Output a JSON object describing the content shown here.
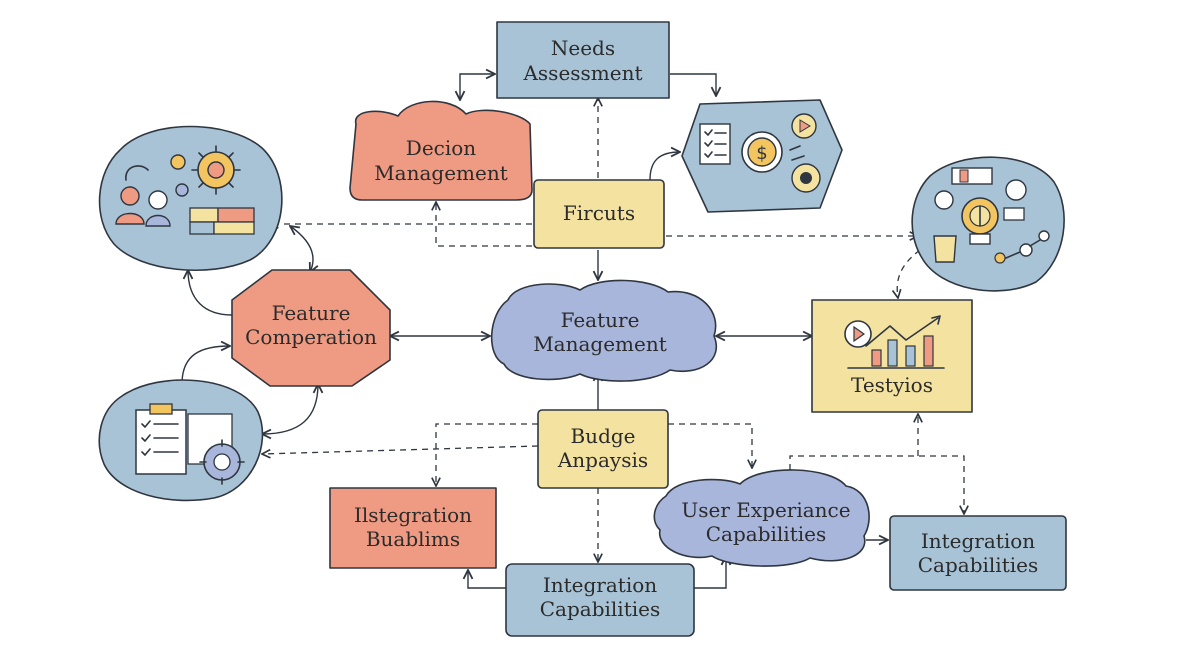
{
  "colors": {
    "blue": "#a9c3d6",
    "coral": "#ef9a82",
    "yellow": "#f3e2a0",
    "lavender": "#a9b6dc",
    "outline": "#2f3640"
  },
  "nodes": {
    "needs_assessment": {
      "lines": [
        "Needs",
        "Assessment"
      ]
    },
    "decision_management": {
      "lines": [
        "Decion",
        "Management"
      ]
    },
    "fircuts": {
      "lines": [
        "Fircuts"
      ]
    },
    "feature_comperation": {
      "lines": [
        "Feature",
        "Comperation"
      ]
    },
    "feature_management": {
      "lines": [
        "Feature",
        "Management"
      ]
    },
    "testyios": {
      "lines": [
        "Testyios"
      ]
    },
    "budget_analysis": {
      "lines": [
        "Budge",
        "Anpaysis"
      ]
    },
    "integration_problems": {
      "lines": [
        "Ilstegration",
        "Buablims"
      ]
    },
    "integration_capabilities_bottom": {
      "lines": [
        "Integration",
        "Capabilities"
      ]
    },
    "user_experience": {
      "lines": [
        "User Experiance",
        "Capabilities"
      ]
    },
    "integration_capabilities_right": {
      "lines": [
        "Integration",
        "Capabilities"
      ]
    }
  },
  "icons": [
    "team-gear-icon",
    "checklist-money-icon",
    "strategy-lightbulb-icon",
    "chart-video-icon",
    "clipboard-gear-icon"
  ]
}
